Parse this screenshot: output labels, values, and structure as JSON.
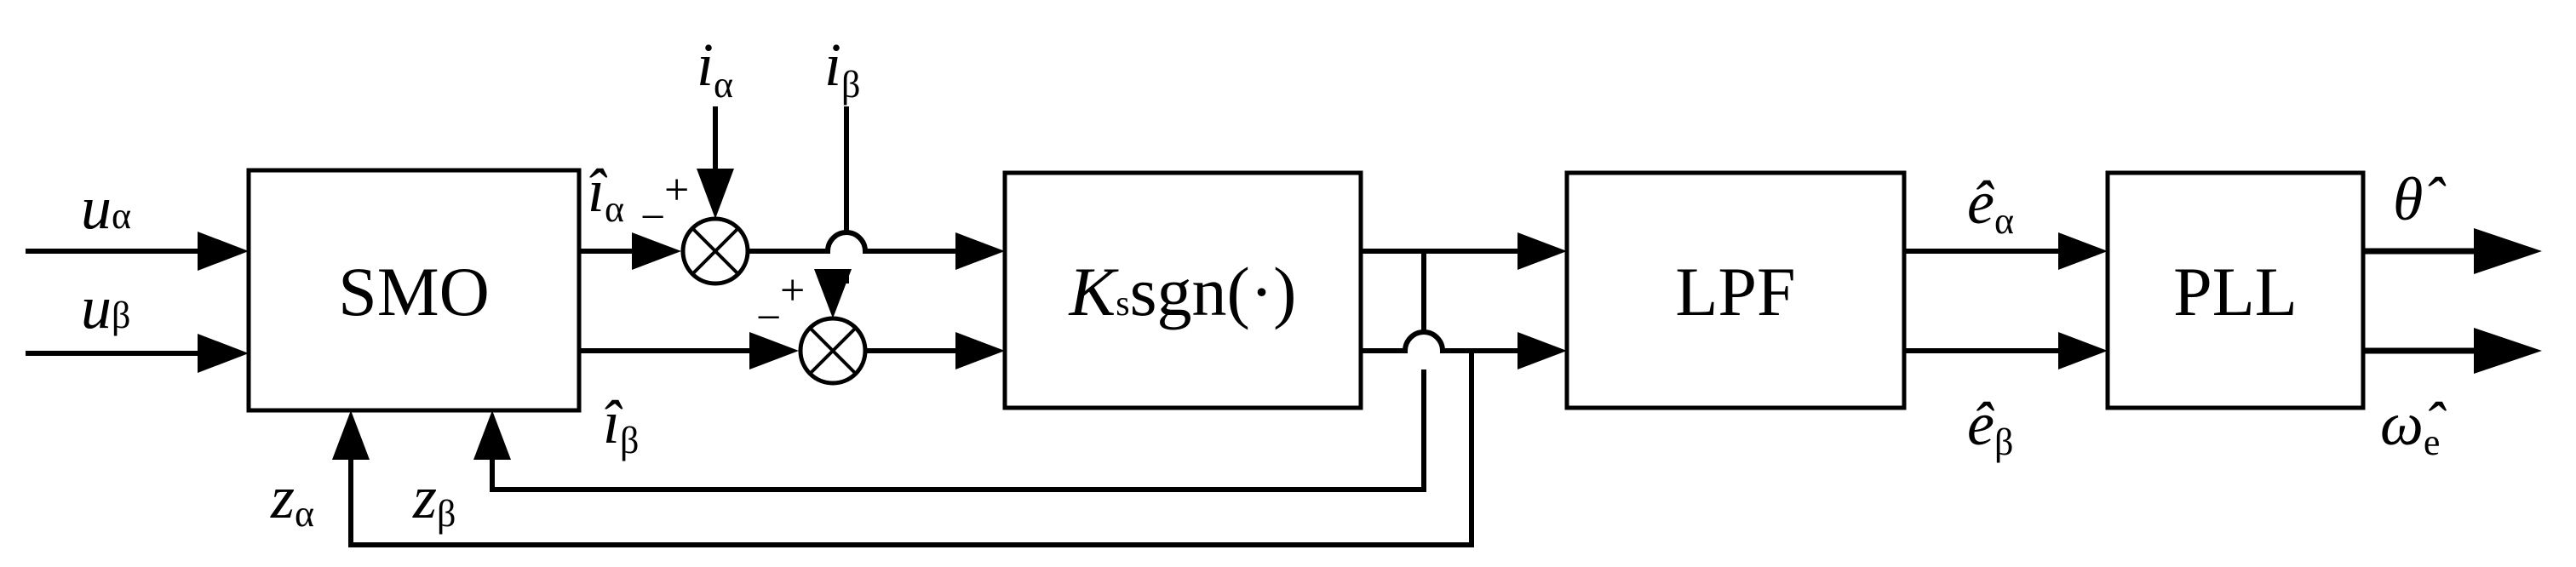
{
  "blocks": {
    "smo": "SMO",
    "ksgn_k": "K",
    "ksgn_s": "s",
    "ksgn_fn": "sgn(·)",
    "lpf": "LPF",
    "pll": "PLL"
  },
  "signals": {
    "u_alpha": {
      "sym": "u",
      "sub": "α"
    },
    "u_beta": {
      "sym": "u",
      "sub": "β"
    },
    "ihat_alpha": {
      "sym": "î",
      "sub": "α"
    },
    "ihat_beta": {
      "sym": "î",
      "sub": "β"
    },
    "i_alpha": {
      "sym": "i",
      "sub": "α"
    },
    "i_beta": {
      "sym": "i",
      "sub": "β"
    },
    "z_alpha": {
      "sym": "z",
      "sub": "α"
    },
    "z_beta": {
      "sym": "z",
      "sub": "β"
    },
    "ehat_alpha": {
      "sym": "ê",
      "sub": "α"
    },
    "ehat_beta": {
      "sym": "ê",
      "sub": "β"
    },
    "theta_hat": {
      "sym": "θ̂"
    },
    "omega_hat": {
      "sym": "ω̂",
      "sub": "e"
    }
  },
  "summing": {
    "top": {
      "minus": "−",
      "plus": "+"
    },
    "bottom": {
      "minus": "−",
      "plus": "+"
    }
  }
}
